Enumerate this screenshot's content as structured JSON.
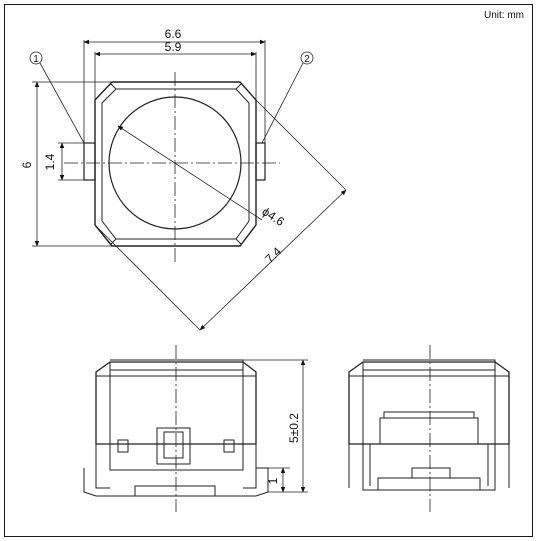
{
  "unit_label": "Unit: mm",
  "top_view": {
    "dim_overall_width": "6.6",
    "dim_body_width": "5.9",
    "dim_height": "6",
    "dim_terminal": "1.4",
    "dim_diameter": "ϕ4.6",
    "dim_diagonal": "7.4",
    "callout_1": "1",
    "callout_2": "2"
  },
  "side_view": {
    "dim_total_height": "5±0.2",
    "dim_terminal_height": "1"
  }
}
